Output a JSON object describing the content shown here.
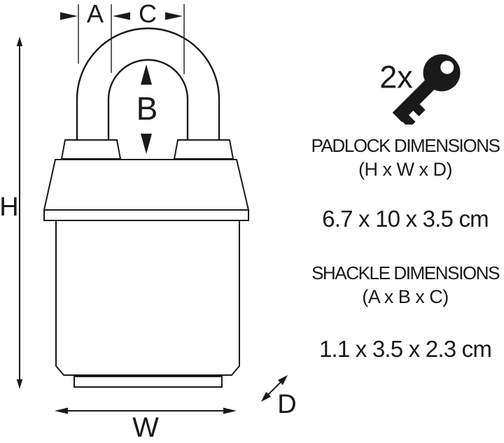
{
  "diagram": {
    "labels": {
      "h": "H",
      "w": "W",
      "d": "D",
      "a": "A",
      "b": "B",
      "c": "C"
    }
  },
  "info": {
    "key_count": "2x",
    "key_icon": "key-icon",
    "sections": [
      {
        "title": "PADLOCK DIMENSIONS",
        "subtitle": "(H x W x D)",
        "value": "6.7 x 10 x 3.5 cm"
      },
      {
        "title": "SHACKLE DIMENSIONS",
        "subtitle": "(A x B x C)",
        "value": "1.1 x 3.5 x 2.3 cm"
      }
    ]
  },
  "colors": {
    "ink": "#1a1a1a",
    "background": "#ffffff"
  }
}
